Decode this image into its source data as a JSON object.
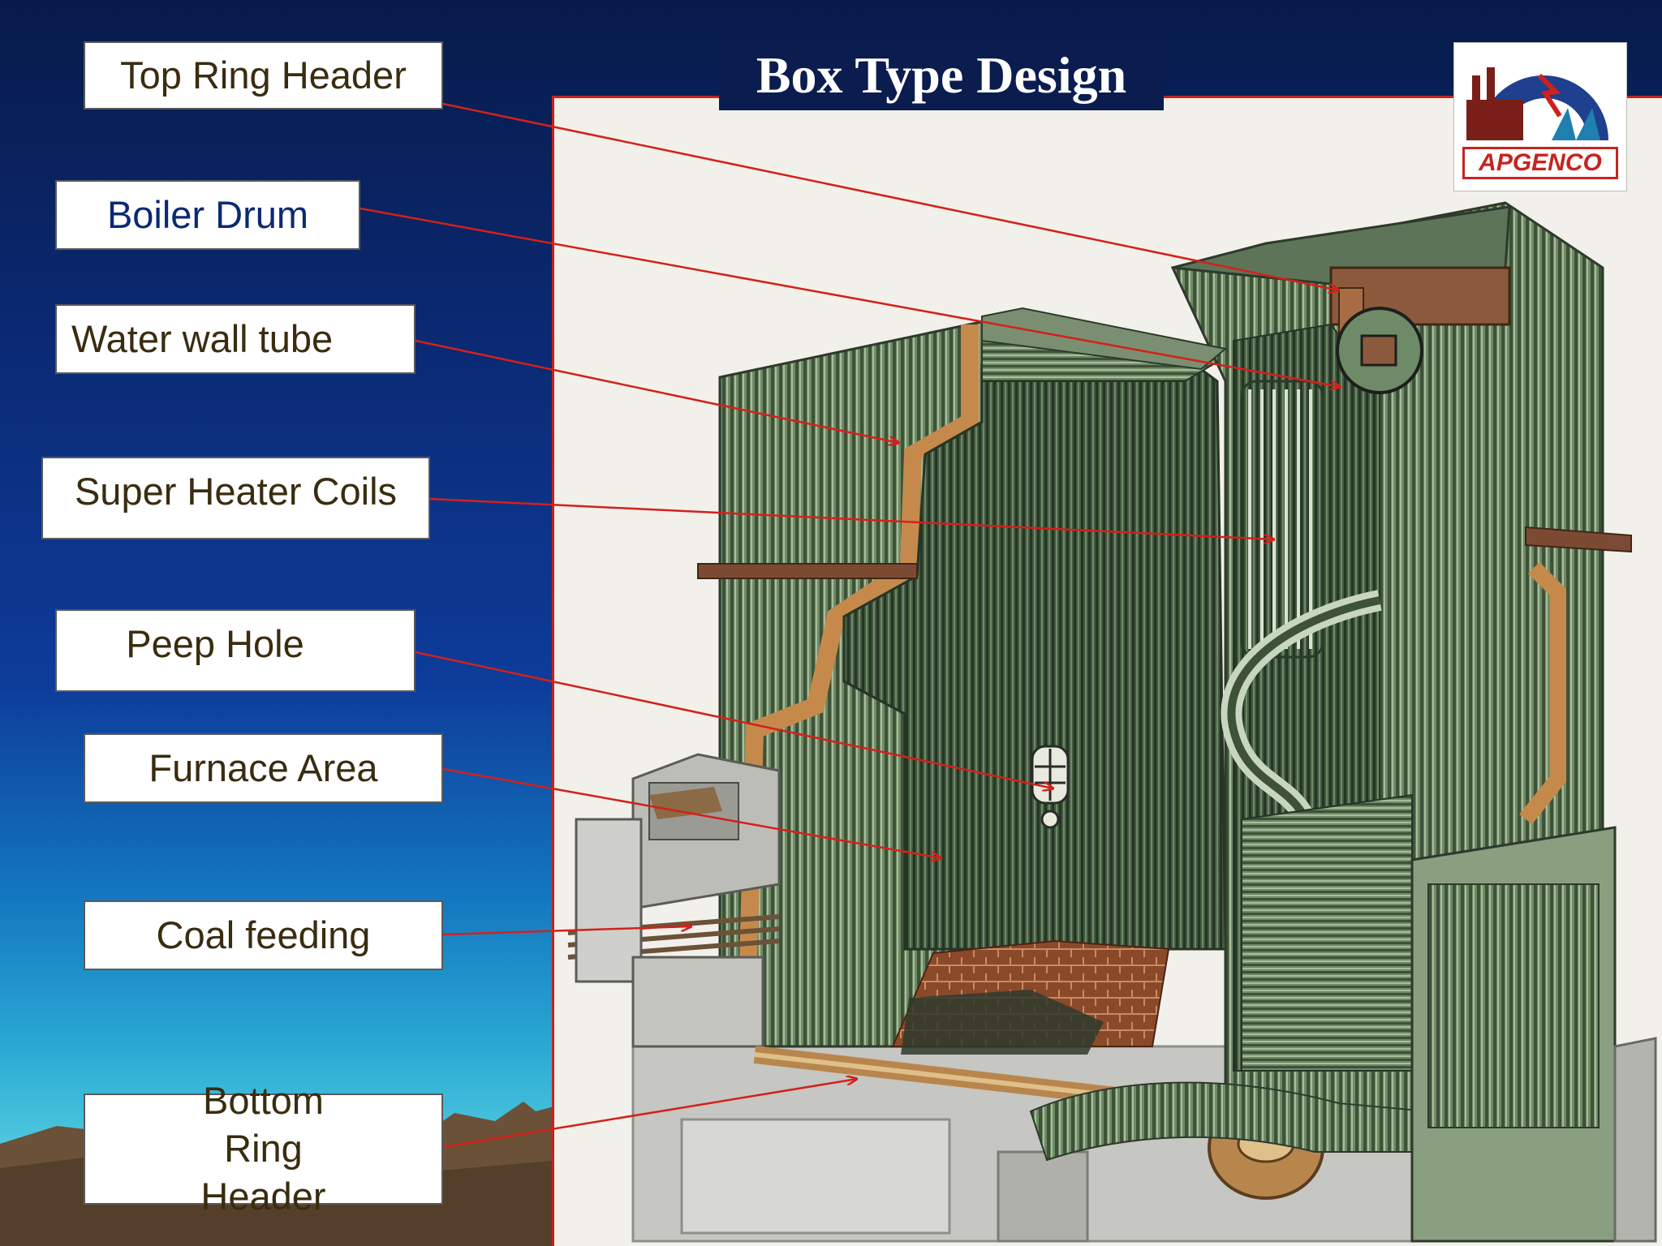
{
  "title": "Box Type Design",
  "logo_text": "APGENCO",
  "labels": {
    "top_ring_header": "Top Ring Header",
    "boiler_drum": "Boiler Drum",
    "water_wall_tube": "Water wall tube",
    "super_heater_coils": "Super Heater Coils",
    "peep_hole": "Peep Hole",
    "furnace_area": "Furnace Area",
    "coal_feeding": "Coal feeding",
    "bottom_ring_header": "Bottom Ring Header"
  },
  "colors": {
    "label_text": "#3a2c10",
    "boiler_drum_text": "#0b2a74",
    "arrow": "#d4201b",
    "title_bg": "#0b1c4f",
    "tube_green": "#5d7a58"
  }
}
